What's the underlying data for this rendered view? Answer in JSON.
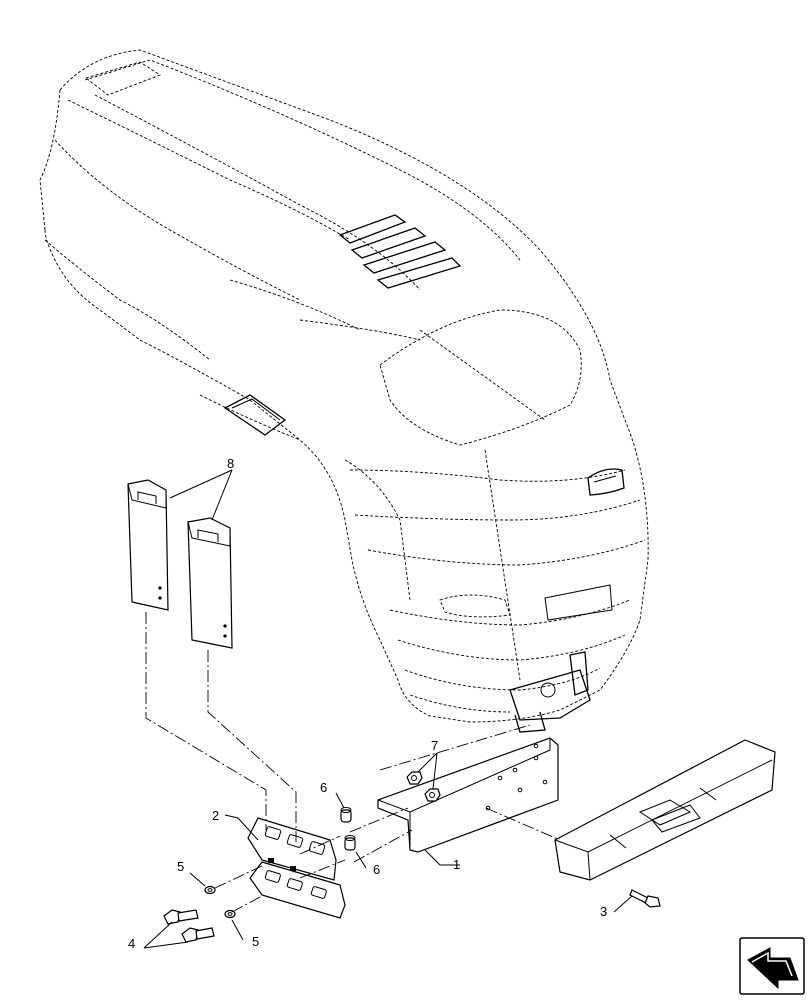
{
  "callouts": {
    "c1": "1",
    "c2": "2",
    "c3": "3",
    "c4": "4",
    "c5a": "5",
    "c5b": "5",
    "c6a": "6",
    "c6b": "6",
    "c7": "7",
    "c8": "8"
  },
  "icons": {
    "corner_nav": "back-arrow-icon"
  }
}
